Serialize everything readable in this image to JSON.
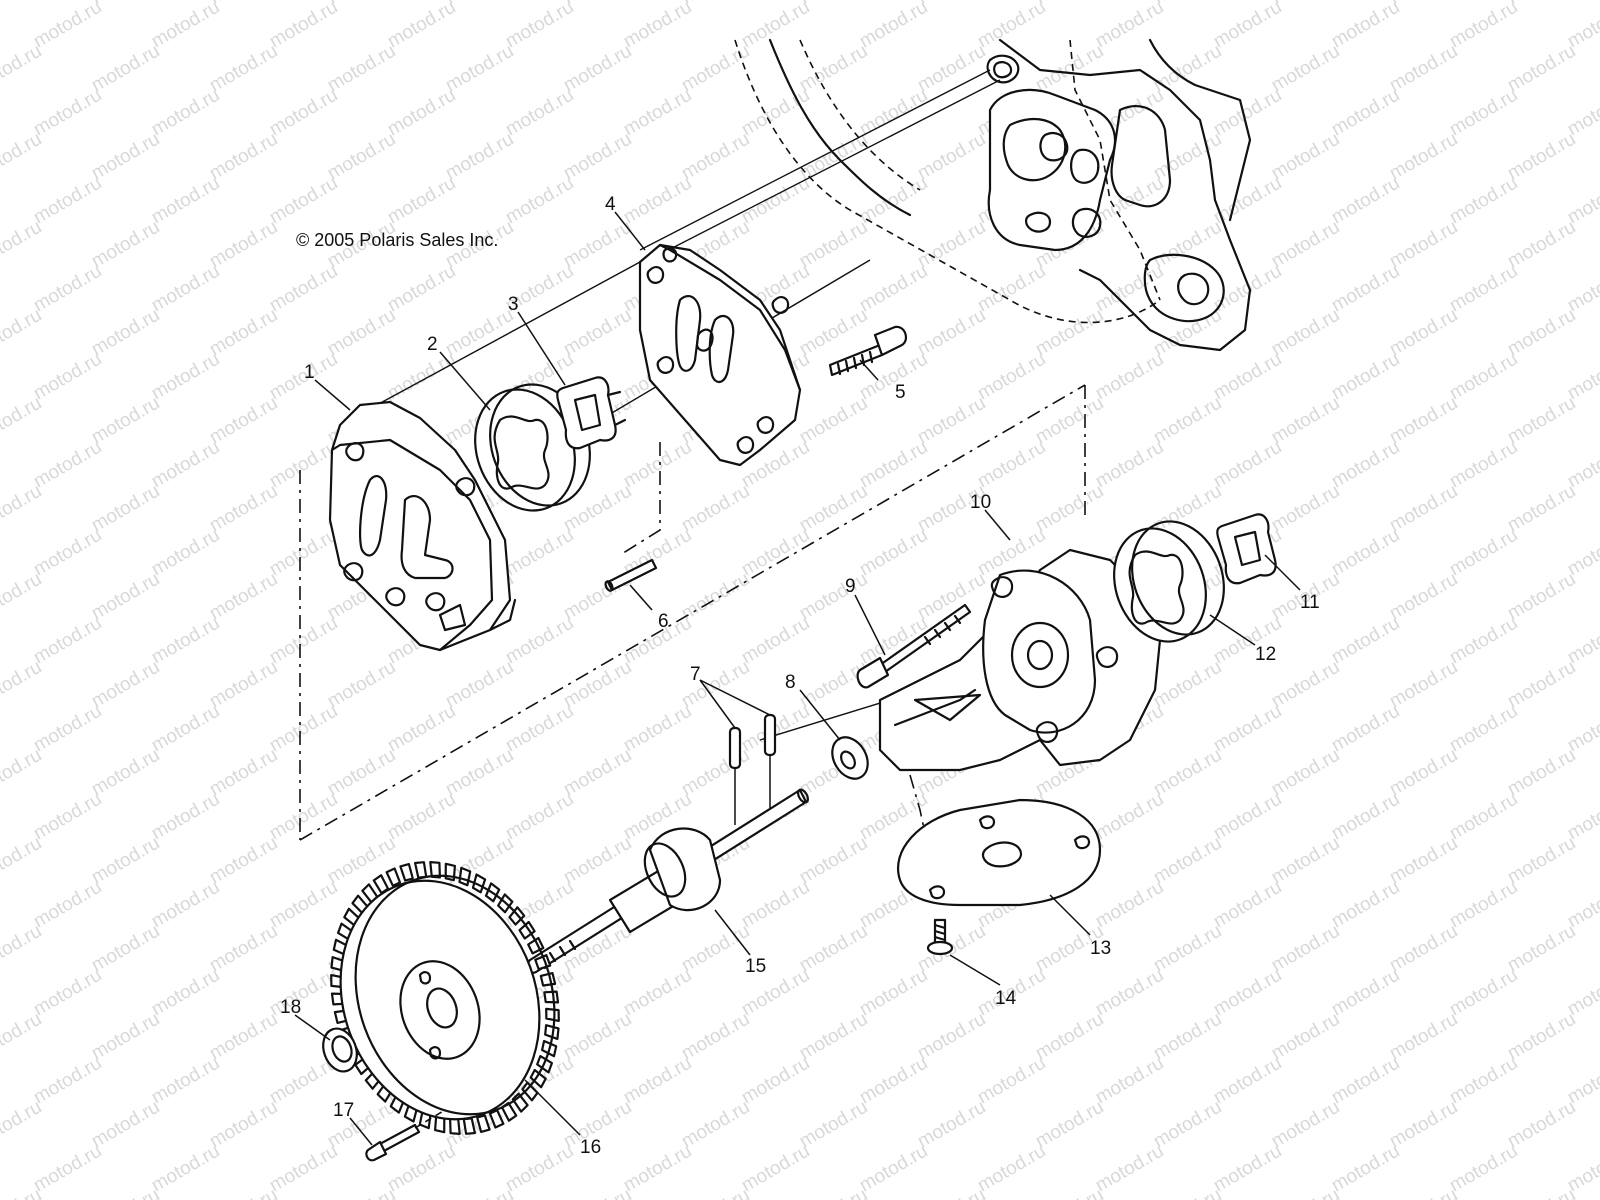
{
  "copyright": "© 2005 Polaris Sales Inc.",
  "watermark": "motod.ru",
  "callouts": [
    {
      "id": "1",
      "label": "1"
    },
    {
      "id": "2",
      "label": "2"
    },
    {
      "id": "3",
      "label": "3"
    },
    {
      "id": "4",
      "label": "4"
    },
    {
      "id": "5",
      "label": "5"
    },
    {
      "id": "6",
      "label": "6"
    },
    {
      "id": "7",
      "label": "7"
    },
    {
      "id": "8",
      "label": "8"
    },
    {
      "id": "9",
      "label": "9"
    },
    {
      "id": "10",
      "label": "10"
    },
    {
      "id": "11",
      "label": "11"
    },
    {
      "id": "12",
      "label": "12"
    },
    {
      "id": "13",
      "label": "13"
    },
    {
      "id": "14",
      "label": "14"
    },
    {
      "id": "15",
      "label": "15"
    },
    {
      "id": "16",
      "label": "16"
    },
    {
      "id": "17",
      "label": "17"
    },
    {
      "id": "18",
      "label": "18"
    }
  ]
}
